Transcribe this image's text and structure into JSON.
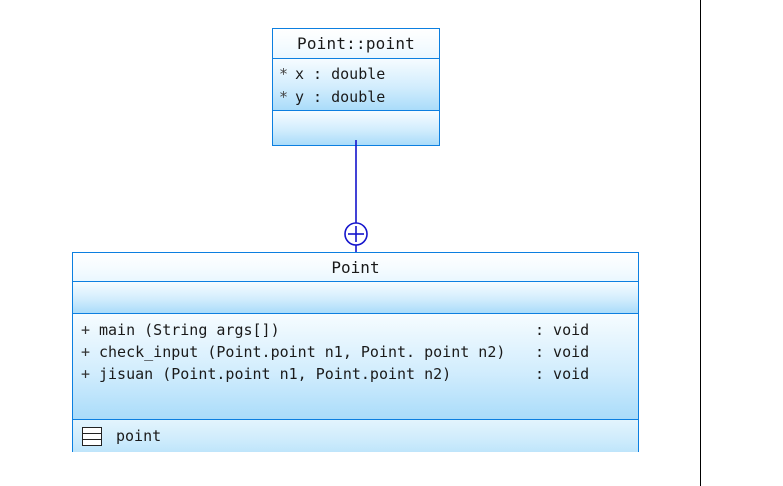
{
  "diagram": {
    "type": "uml-class-diagram",
    "background": "#ffffff",
    "border_color": "#0c7fe0",
    "connector_color": "#1414cc",
    "panel_divider_color": "#000000"
  },
  "classes": [
    {
      "id": "point-point",
      "name": "Point::point",
      "attributes": [
        {
          "visibility": "*",
          "text": "x : double"
        },
        {
          "visibility": "*",
          "text": "y : double"
        }
      ],
      "operations": []
    },
    {
      "id": "point",
      "name": "Point",
      "attributes": [],
      "operations": [
        {
          "visibility": "+",
          "signature": "main (String args[])",
          "return": ": void"
        },
        {
          "visibility": "+",
          "signature": "check_input (Point.point n1, Point. point n2)",
          "return": ": void"
        },
        {
          "visibility": "+",
          "signature": "jisuan (Point.point n1, Point.point n2)",
          "return": ": void"
        }
      ],
      "nested": [
        {
          "icon": "class-glyph-icon",
          "label": "point"
        }
      ]
    }
  ],
  "connector": {
    "name": "containment-anchor",
    "symbol": "+",
    "from": "Point::point",
    "to": "Point"
  }
}
